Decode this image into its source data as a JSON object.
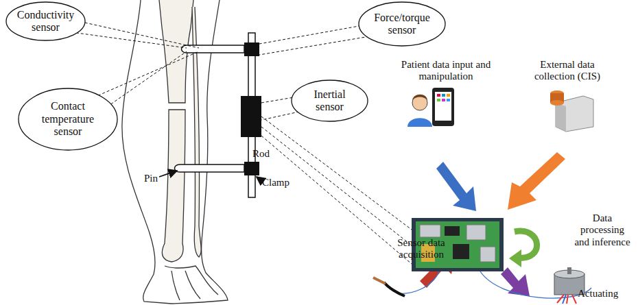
{
  "diagram": {
    "nodes": [
      {
        "text": [
          "Conductivity sensor"
        ]
      },
      {
        "text": [
          "Force/torque sensor"
        ]
      },
      {
        "text": [
          "Contact temperature sensor"
        ]
      },
      {
        "text": [
          "Inertial sensor"
        ]
      }
    ],
    "labels": [
      "Rod",
      "Pin",
      "Clamp",
      "Patient data input and manipulation",
      "External data collection (CIS)",
      "Data processing and inference",
      "Sensor data acquisition",
      "Actuating"
    ]
  }
}
